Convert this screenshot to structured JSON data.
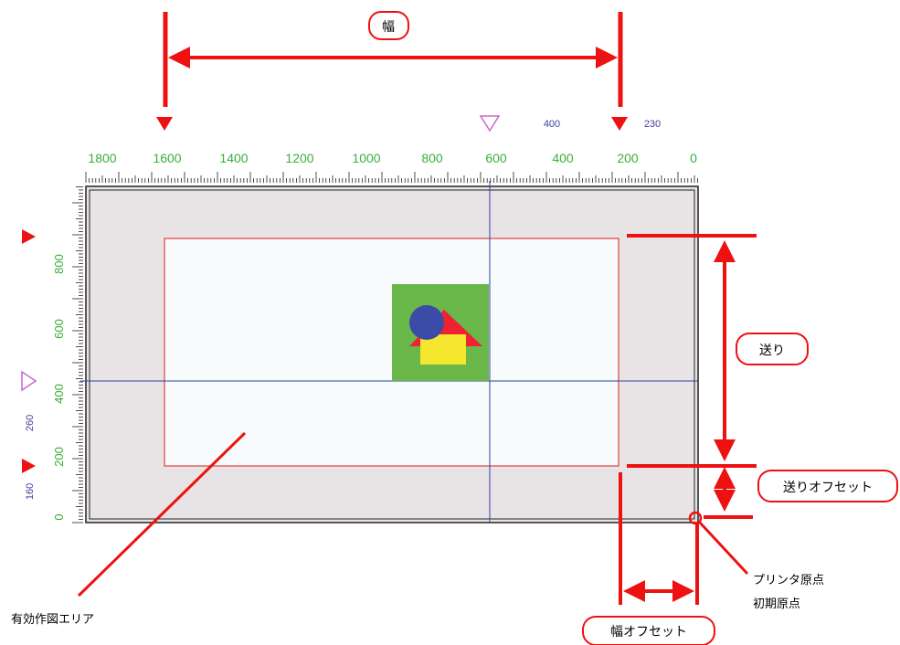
{
  "callouts": {
    "width": "幅",
    "feed": "送り",
    "feed_offset": "送りオフセット",
    "width_offset": "幅オフセット"
  },
  "annotations": {
    "printer_origin": "プリンタ原点",
    "initial_origin": "初期原点",
    "effective_area": "有効作図エリア"
  },
  "ruler": {
    "x_ticks": [
      "1800",
      "1600",
      "1400",
      "1200",
      "1000",
      "800",
      "600",
      "400",
      "200",
      "0"
    ],
    "y_ticks": [
      "800",
      "600",
      "400",
      "200",
      "0"
    ]
  },
  "markers": {
    "top_value_1": "400",
    "top_value_2": "230",
    "left_value_1": "260",
    "left_value_2": "160"
  },
  "colors": {
    "callout_red": "#ee1111",
    "ruler_green": "#38b038",
    "marker_blue": "#4040a0",
    "sheet_gray": "#e8e4e6",
    "area_border": "#e04040",
    "crosshair": "#3040a0"
  }
}
